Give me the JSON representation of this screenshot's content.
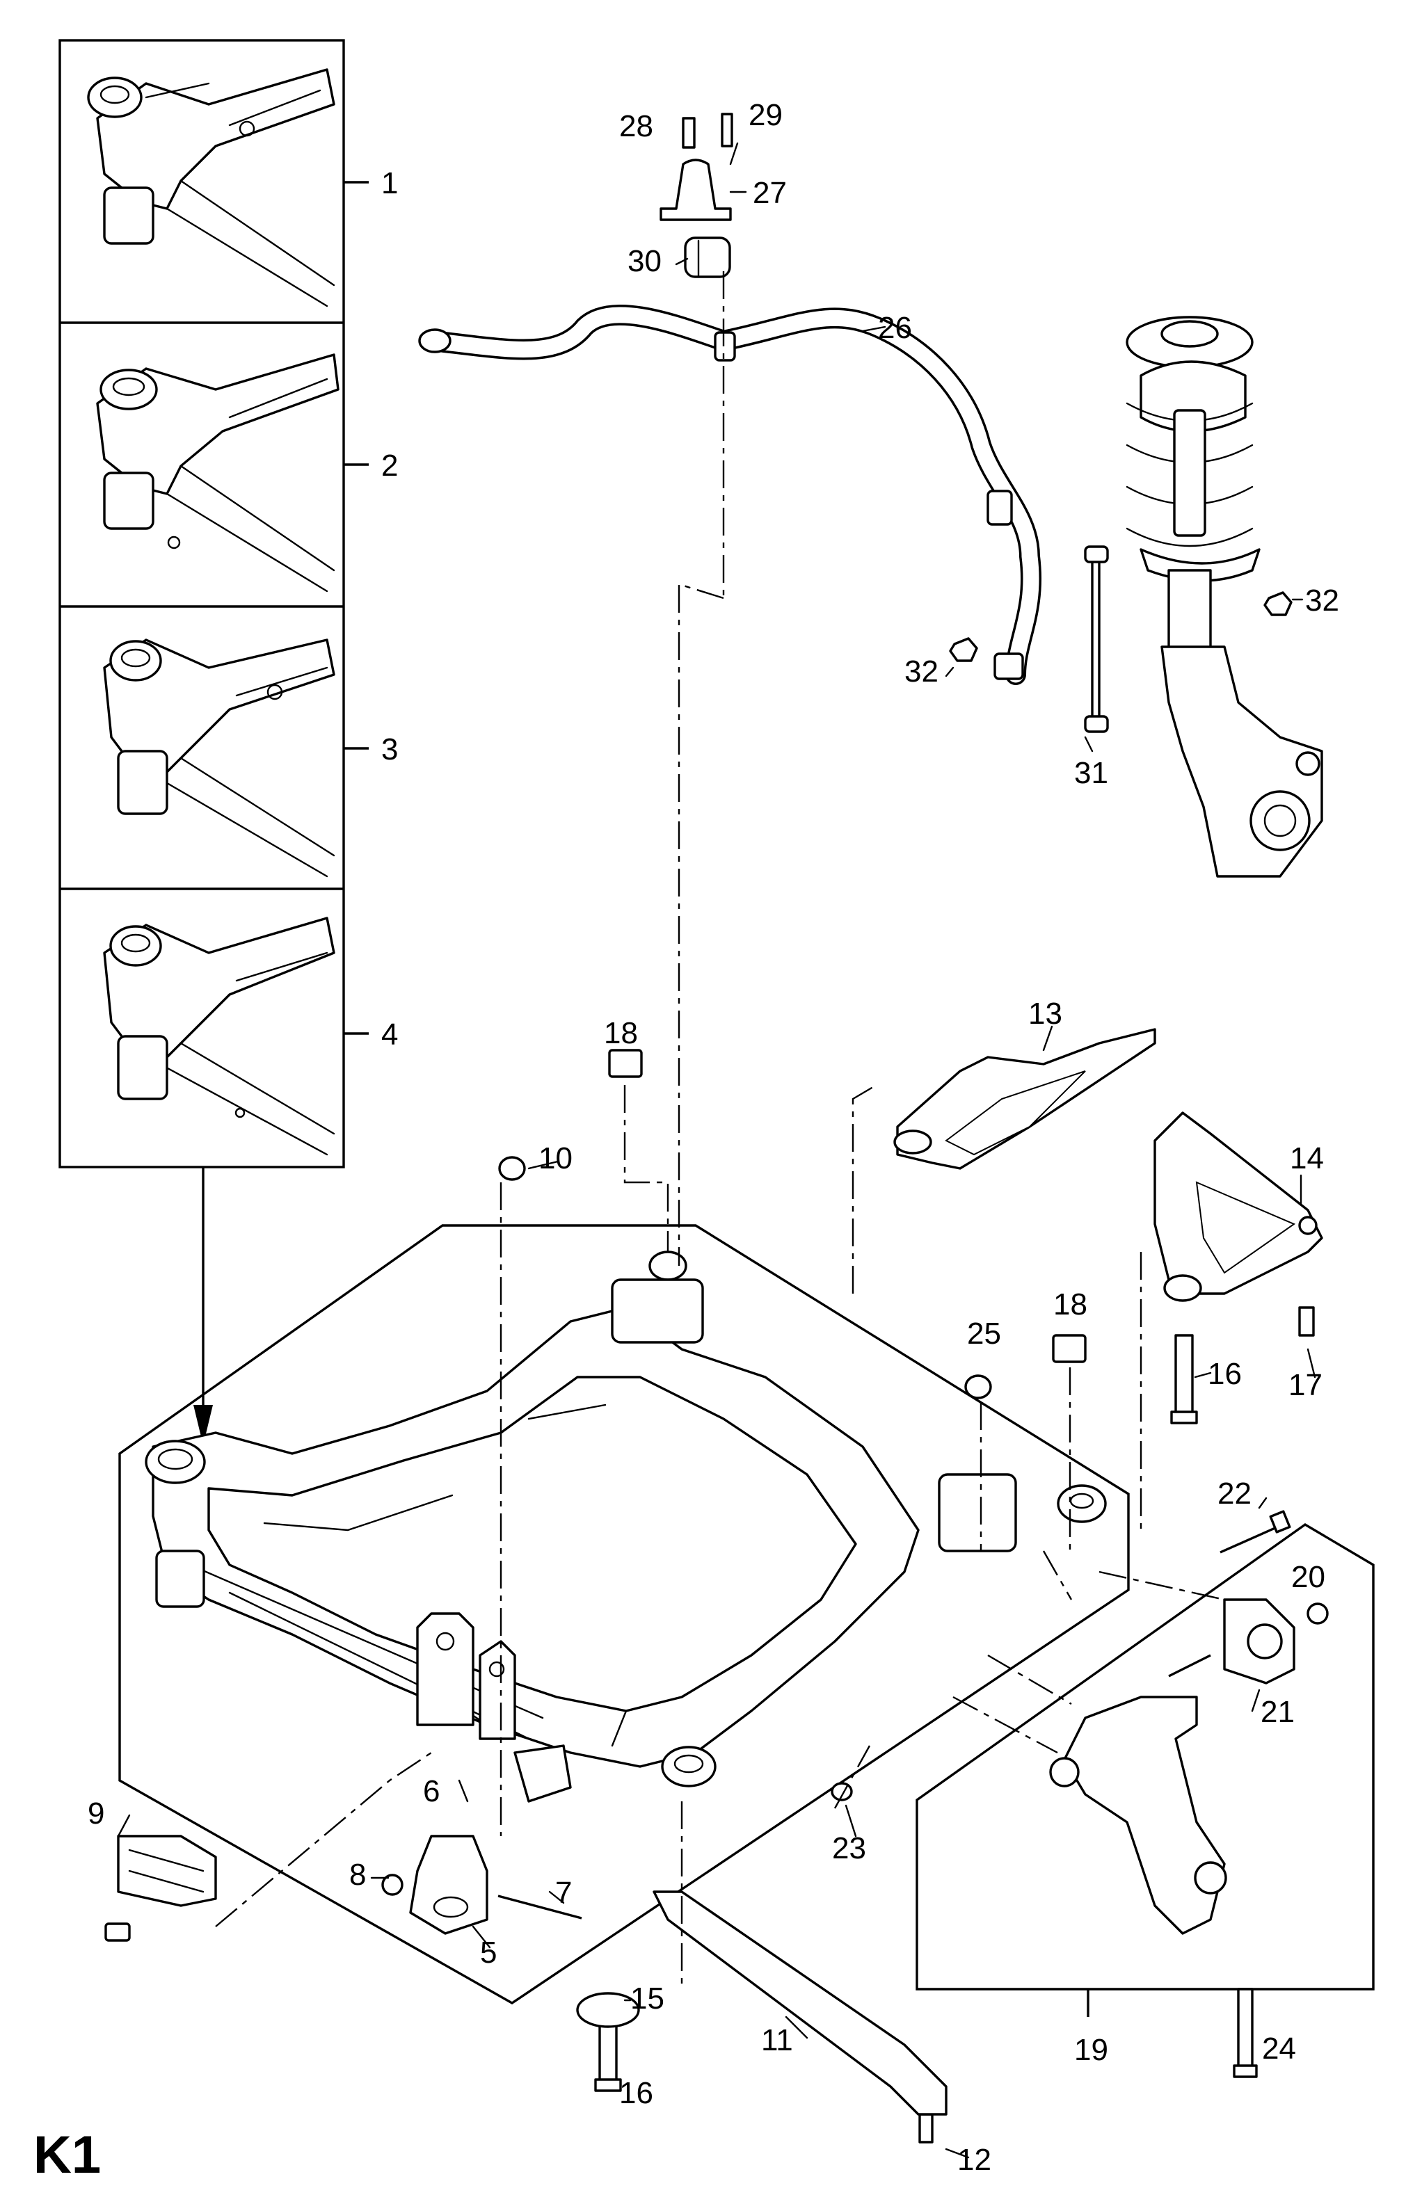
{
  "sheet_id": "K1",
  "variant_labels": [
    "1",
    "2",
    "3",
    "4"
  ],
  "callouts": {
    "c5": "5",
    "c6": "6",
    "c7": "7",
    "c8": "8",
    "c9": "9",
    "c10": "10",
    "c11": "11",
    "c12": "12",
    "c13": "13",
    "c14": "14",
    "c15": "15",
    "c16a": "16",
    "c16b": "16",
    "c17": "17",
    "c18a": "18",
    "c18b": "18",
    "c19": "19",
    "c20": "20",
    "c21": "21",
    "c22": "22",
    "c23": "23",
    "c24": "24",
    "c25": "25",
    "c26": "26",
    "c27": "27",
    "c28": "28",
    "c29": "29",
    "c30": "30",
    "c31": "31",
    "c32a": "32",
    "c32b": "32"
  }
}
